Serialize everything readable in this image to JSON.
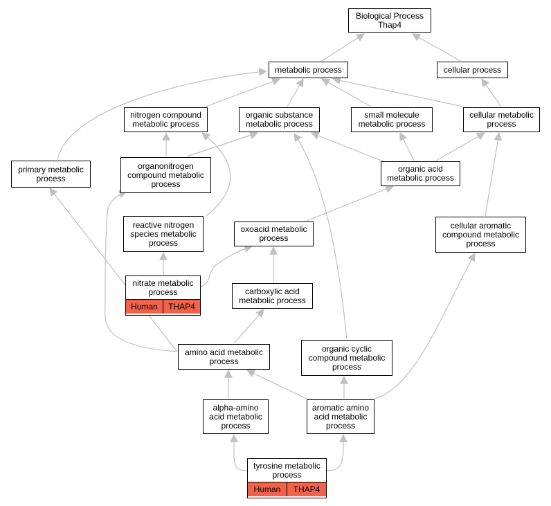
{
  "diagram": {
    "edge_color": "#c0c0c0",
    "annotation_color": "#f26149",
    "nodes": [
      {
        "id": "bp",
        "label": "Biological Process\nThap4"
      },
      {
        "id": "metabolic",
        "label": "metabolic process"
      },
      {
        "id": "cellular",
        "label": "cellular process"
      },
      {
        "id": "nitrogen",
        "label": "nitrogen compound\nmetabolic process"
      },
      {
        "id": "orgsub",
        "label": "organic substance\nmetabolic process"
      },
      {
        "id": "smallmol",
        "label": "small molecule\nmetabolic process"
      },
      {
        "id": "cellmet",
        "label": "cellular metabolic\nprocess"
      },
      {
        "id": "primary",
        "label": "primary metabolic\nprocess"
      },
      {
        "id": "organonitrogen",
        "label": "organonitrogen\ncompound metabolic\nprocess"
      },
      {
        "id": "orgacid",
        "label": "organic acid\nmetabolic process"
      },
      {
        "id": "reactiven",
        "label": "reactive nitrogen\nspecies metabolic\nprocess"
      },
      {
        "id": "oxoacid",
        "label": "oxoacid metabolic\nprocess"
      },
      {
        "id": "cellarom",
        "label": "cellular aromatic\ncompound metabolic\nprocess"
      },
      {
        "id": "carboxylic",
        "label": "carboxylic acid\nmetabolic process"
      },
      {
        "id": "aminoacid",
        "label": "amino acid metabolic\nprocess"
      },
      {
        "id": "orgcyclic",
        "label": "organic cyclic\ncompound metabolic\nprocess"
      },
      {
        "id": "alphaamino",
        "label": "alpha-amino\nacid metabolic\nprocess"
      },
      {
        "id": "aromamino",
        "label": "aromatic amino\nacid metabolic\nprocess"
      }
    ],
    "annotated": [
      {
        "id": "nitrate",
        "label": "nitrate metabolic\nprocess",
        "tags": [
          "Human",
          "THAP4"
        ]
      },
      {
        "id": "tyrosine",
        "label": "tyrosine metabolic\nprocess",
        "tags": [
          "Human",
          "THAP4"
        ]
      }
    ]
  }
}
